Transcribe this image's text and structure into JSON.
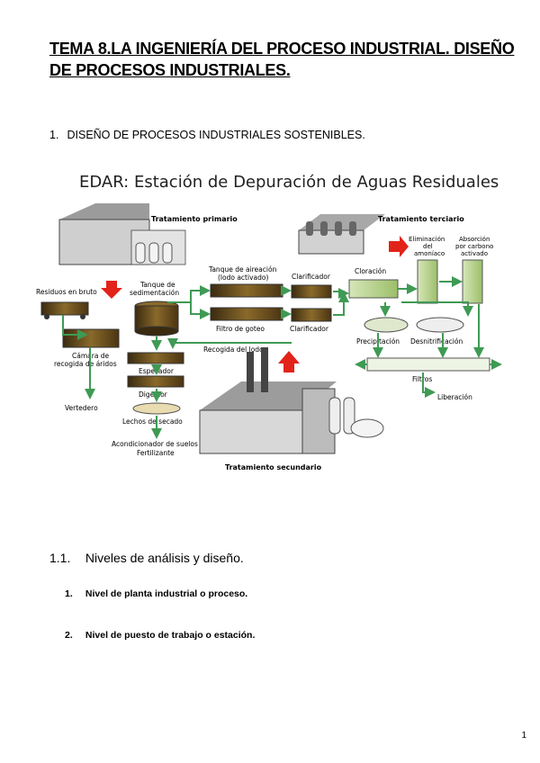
{
  "document": {
    "title": "TEMA 8.LA INGENIERÍA DEL PROCESO INDUSTRIAL. DISEÑO DE PROCESOS INDUSTRIALES.",
    "section": {
      "number": "1.",
      "title": "DISEÑO DE PROCESOS INDUSTRIALES SOSTENIBLES."
    },
    "subsection": {
      "number": "1.1.",
      "title": "Niveles de análisis y diseño."
    },
    "list": [
      {
        "number": "1.",
        "text": "Nivel de planta industrial o proceso."
      },
      {
        "number": "2.",
        "text": "Nivel de puesto de trabajo o estación."
      }
    ],
    "page_number": "1"
  },
  "figure": {
    "title": "EDAR: Estación de Depuración de Aguas Residuales",
    "labels": {
      "primario": "Tratamiento primario",
      "terciario": "Tratamiento terciario",
      "secundario": "Tratamiento secundario",
      "residuos": "Residuos en bruto",
      "tanque_sed_1": "Tanque de",
      "tanque_sed_2": "sedimentación",
      "aireacion_1": "Tanque de aireación",
      "aireacion_2": "(lodo activado)",
      "clarificador_1": "Clarificador",
      "clarificador_2": "Clarificador",
      "filtro_goteo": "Filtro de goteo",
      "cloracion": "Cloración",
      "eliminacion_1": "Eliminación",
      "eliminacion_2": "del",
      "eliminacion_3": "amoníaco",
      "absorcion_1": "Absorción",
      "absorcion_2": "por carbono",
      "absorcion_3": "activado",
      "camara_1": "Cámara de",
      "camara_2": "recogida de áridos",
      "espesador": "Espesador",
      "recogida_lodo": "Recogida del lodo",
      "precipitacion": "Precipitación",
      "desnitrificacion": "Desnitrificación",
      "filtros": "Filtros",
      "liberacion": "Liberación",
      "vertedero": "Vertedero",
      "digestor": "Digestor",
      "lechos": "Lechos de secado",
      "acondicionador": "Acondicionador de suelos",
      "fertilizante": "Fertilizante"
    },
    "colors": {
      "arrow_green": "#3f9a54",
      "arrow_red": "#e2231a",
      "sludge": "#6b4a1f",
      "building": "#cfcfcf"
    }
  }
}
